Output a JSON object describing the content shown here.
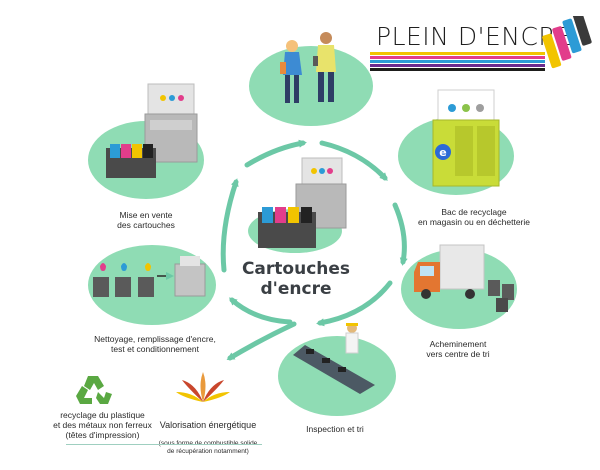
{
  "brand": {
    "title": "PLEIN D'ENCRE",
    "stripe_colors": [
      "#f2c400",
      "#e23d8b",
      "#2c9bd6",
      "#6b2a8e",
      "#1d1d1b"
    ]
  },
  "center": {
    "title_line1": "Cartouches",
    "title_line2": "d'encre"
  },
  "steps": {
    "sale": "Mise en vente\ndes cartouches",
    "bin": "Bac de recyclage\nen magasin ou en déchetterie",
    "transport": "Acheminement\nvers centre de tri",
    "inspection": "Inspection et tri",
    "cleaning": "Nettoyage, remplissage d'encre,\ntest et conditionnement"
  },
  "outcomes": {
    "recycling": "recyclage du plastique\net des métaux non ferreux\n(têtes d'impression)",
    "energy_title": "Valorisation énergétique",
    "energy_sub": "(sous forme de combustible solide\nde récupération notamment)"
  },
  "colors": {
    "circle_green": "#8fdcb4",
    "arrow_green": "#6cc8a6",
    "dark_text": "#2a2a2a",
    "recycle_green": "#5aa842",
    "energy_orange": "#e99a3c"
  },
  "icons": [
    "recycle-icon",
    "flame-leaf-icon"
  ]
}
